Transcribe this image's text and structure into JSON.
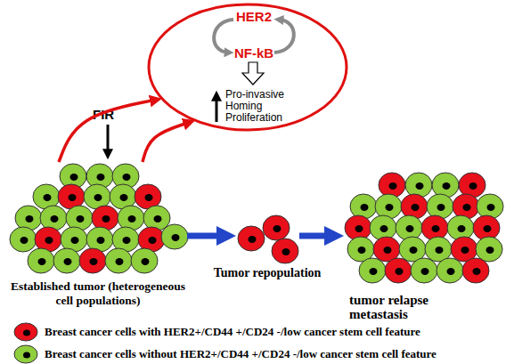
{
  "diagram": {
    "nodes": [
      {
        "text": [
          "HER2",
          "NF-kB",
          "Pro-invasive Homing Proliferation"
        ]
      },
      {
        "text": [
          "Established tumor (heterogeneous cell populations)"
        ]
      },
      {
        "text": [
          "Tumor repopulation"
        ]
      },
      {
        "text": [
          "tumor relapse metastasis"
        ]
      }
    ],
    "edges": [
      {
        "from": 1,
        "to": 2,
        "arrow": "to"
      },
      {
        "from": 2,
        "to": 3,
        "arrow": "to"
      },
      {
        "from": 1,
        "to": 0,
        "arrow": "to"
      },
      {
        "from": 1,
        "to": 0,
        "arrow": "to"
      }
    ],
    "labels": [
      "FIR"
    ],
    "legend": [
      {
        "text": "Breast cancer cells with HER2+/CD44 +/CD24 -/low cancer stem cell feature",
        "color": "#e8101b"
      },
      {
        "text": "Breast cancer cells without HER2+/CD44 +/CD24 -/low cancer stem cell feature",
        "color": "#8fce3c"
      }
    ]
  }
}
